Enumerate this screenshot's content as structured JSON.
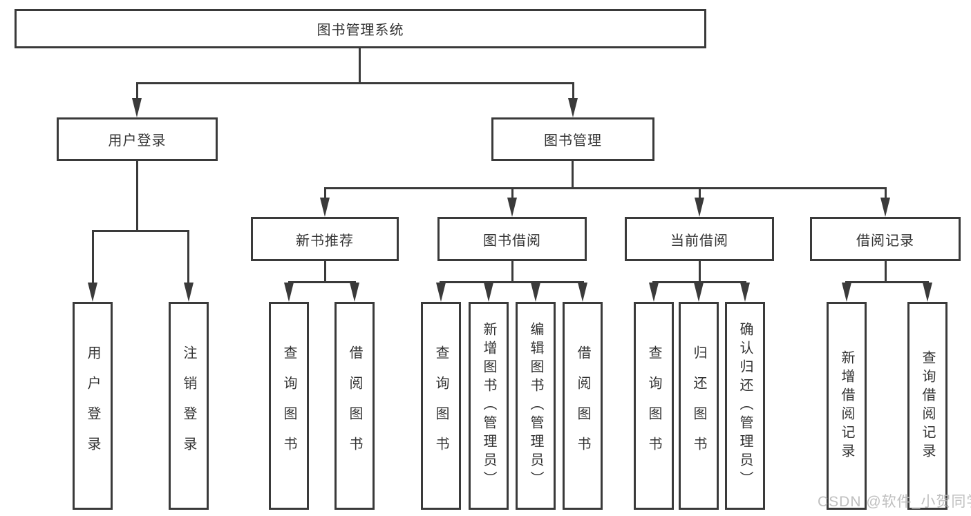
{
  "diagram": {
    "root": {
      "label": "图书管理系统"
    },
    "branches": [
      {
        "label": "用户登录",
        "leaves": [
          "用户登录",
          "注销登录"
        ]
      },
      {
        "label": "图书管理",
        "groups": [
          {
            "label": "新书推荐",
            "leaves": [
              "查询图书",
              "借阅图书"
            ]
          },
          {
            "label": "图书借阅",
            "leaves": [
              "查询图书",
              "新增图书（管理员）",
              "编辑图书（管理员）",
              "借阅图书"
            ]
          },
          {
            "label": "当前借阅",
            "leaves": [
              "查询图书",
              "归还图书",
              "确认归还（管理员）"
            ]
          },
          {
            "label": "借阅记录",
            "leaves": [
              "新增借阅记录",
              "查询借阅记录"
            ]
          }
        ]
      }
    ],
    "watermark": "CSDN @软件_小贺同学",
    "colors": {
      "line": "#3a3a3a",
      "text": "#333333",
      "watermark": "#b9b9b9",
      "background": "#ffffff"
    }
  }
}
